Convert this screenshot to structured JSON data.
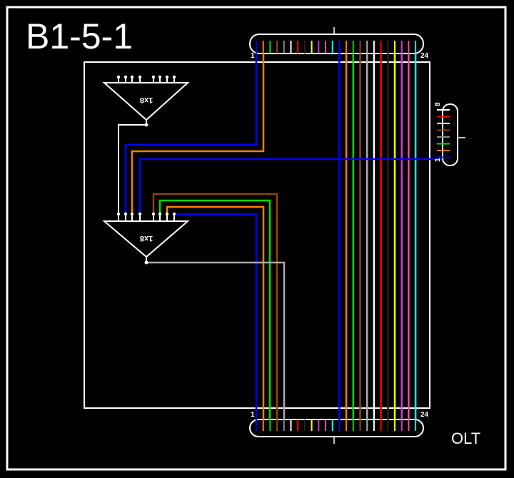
{
  "title": "B1-5-1",
  "olt_label": "OLT",
  "splitter_ratio": "1x8",
  "top_connector": {
    "start_label": "1",
    "end_label": "24"
  },
  "bottom_connector": {
    "start_label": "1",
    "end_label": "24"
  },
  "side_connector": {
    "start_label": "1",
    "end_label": "8"
  },
  "fiber_colors_24": [
    "#0000ff",
    "#ff8000",
    "#00dd00",
    "#8b4513",
    "#888888",
    "#ffffff",
    "#ff0000",
    "#000000",
    "#ffff00",
    "#cc44cc",
    "#ff44aa",
    "#00ffff",
    "#0000ff",
    "#ff8000",
    "#00dd00",
    "#8b4513",
    "#aaaaaa",
    "#ffffff",
    "#ff0000",
    "#000000",
    "#ffff00",
    "#cc44cc",
    "#ff44aa",
    "#00ffff"
  ],
  "side_fiber_colors": [
    "#ffffff",
    "#ff0000",
    "#ffffff",
    "#8b4513",
    "#888888",
    "#00dd00",
    "#ff8000",
    "#0000ff"
  ]
}
